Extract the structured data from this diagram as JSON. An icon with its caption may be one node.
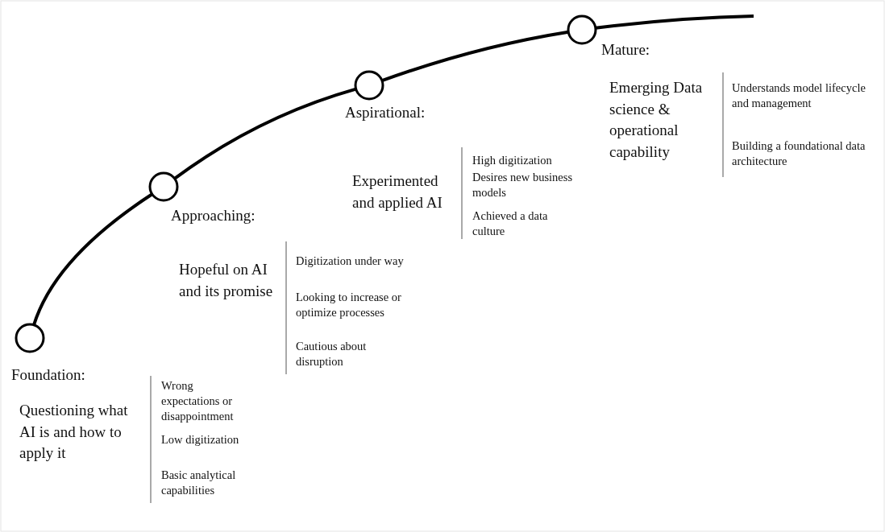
{
  "diagram": {
    "nodes": [
      {
        "text": [],
        "shape": "circle",
        "beside": [
          "Foundation:"
        ]
      },
      {
        "text": [],
        "shape": "circle",
        "beside": [
          "Approaching:"
        ]
      },
      {
        "text": [],
        "shape": "circle",
        "beside": [
          "Aspirational:"
        ]
      },
      {
        "text": [],
        "shape": "circle",
        "beside": [
          "Mature:"
        ]
      }
    ],
    "edges": [
      {
        "from": 0,
        "to": 1,
        "arrow": "none"
      },
      {
        "from": 1,
        "to": 2,
        "arrow": "none"
      },
      {
        "from": 2,
        "to": 3,
        "arrow": "none"
      },
      {
        "from": 3,
        "to": null,
        "arrow": "none"
      }
    ],
    "labels": [
      "Questioning what AI is and how to apply it",
      "Wrong expectations or disappointment",
      "Low digitization",
      "Basic analytical capabilities",
      "Hopeful on AI and its promise",
      "Digitization under way",
      "Looking to increase or optimize processes",
      "Cautious about disruption",
      "Experimented and applied AI",
      "High digitization",
      "Desires new business models",
      "Achieved a data culture",
      "Emerging Data science & operational capability",
      "Understands model lifecycle and management",
      "Building a foundational data architecture"
    ]
  }
}
